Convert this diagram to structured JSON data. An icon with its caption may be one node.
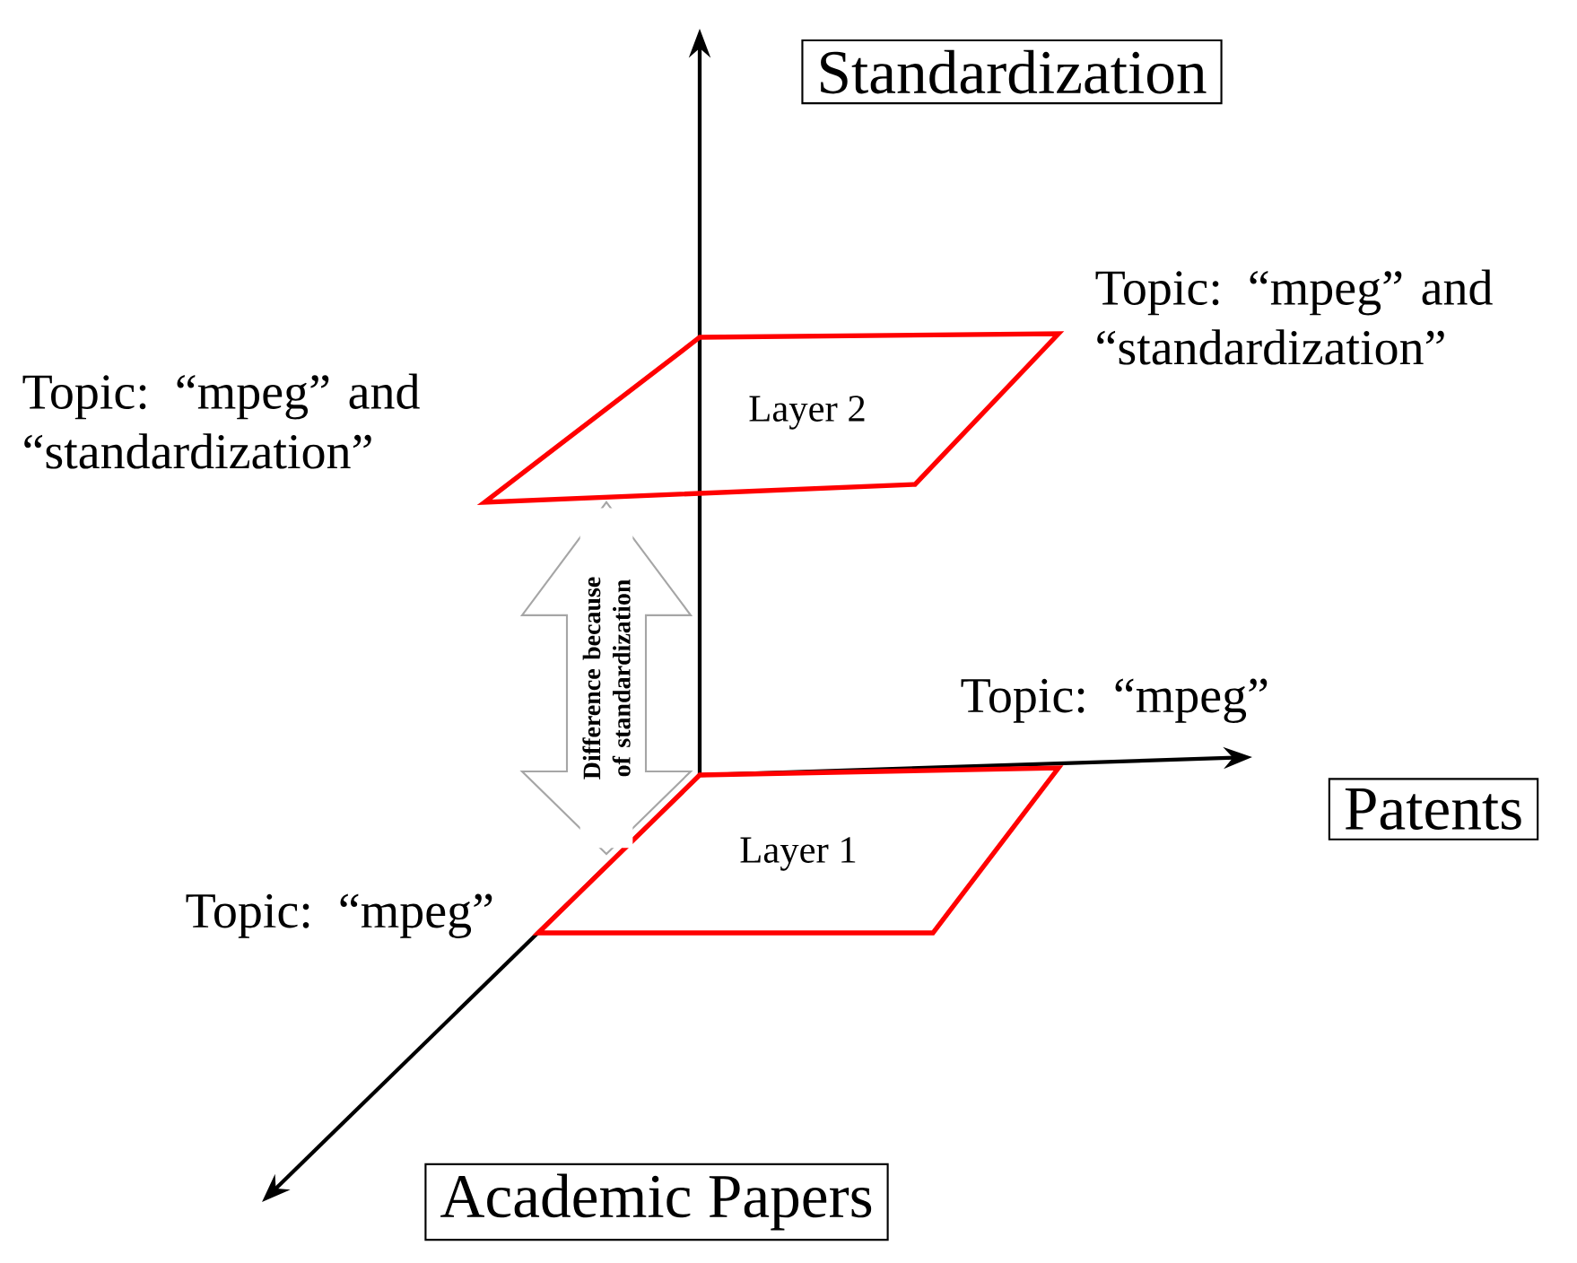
{
  "diagram": {
    "nodes": [
      {
        "text": [
          "Standardization"
        ]
      },
      {
        "text": [
          "Patents"
        ]
      },
      {
        "text": [
          "Academic Papers"
        ]
      },
      {
        "text": [
          "Layer 2"
        ]
      },
      {
        "text": [
          "Layer 1"
        ]
      }
    ],
    "edges": [
      {
        "from": 4,
        "to": 3,
        "arrow": "both",
        "label": "Difference because of standardization",
        "color": "#a6a6a6"
      }
    ],
    "labels": [
      "Topic: “mpeg” and “standardization”",
      "Topic: “mpeg” and “standardization”",
      "Topic: “mpeg”",
      "Topic: “mpeg”"
    ]
  }
}
